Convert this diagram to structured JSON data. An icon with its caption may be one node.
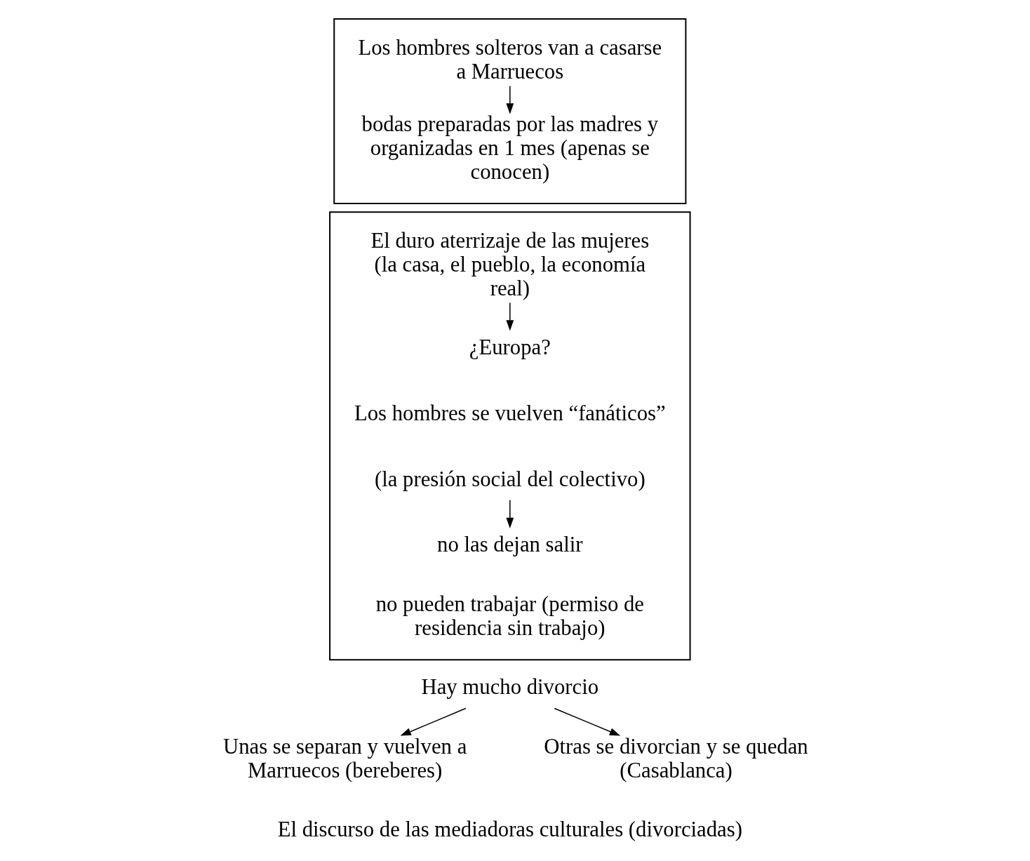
{
  "diagram": {
    "nodes": [
      {
        "text": [],
        "shape": "box"
      },
      {
        "text": [
          "Los hombres solteros van a casarse a Marruecos"
        ],
        "in": 0
      },
      {
        "text": [
          "bodas preparadas por las madres y organizadas en 1 mes (apenas se conocen)"
        ],
        "in": 0
      },
      {
        "text": [],
        "shape": "box"
      },
      {
        "text": [
          "El duro aterrizaje de las mujeres (la casa, el pueblo, la economía real)"
        ],
        "in": 3
      },
      {
        "text": [
          "¿Europa?"
        ],
        "in": 3
      },
      {
        "text": [
          "Los hombres se vuelven “fanáticos”"
        ],
        "in": 3
      },
      {
        "text": [
          "(la presión social del colectivo)"
        ],
        "in": 3
      },
      {
        "text": [
          "no las dejan salir"
        ],
        "in": 3
      },
      {
        "text": [
          "no pueden trabajar (permiso de residencia sin trabajo)"
        ],
        "in": 3
      },
      {
        "text": [
          "Hay mucho divorcio"
        ]
      },
      {
        "text": [
          "Unas se separan y vuelven a Marruecos (bereberes)"
        ]
      },
      {
        "text": [
          "Otras se divorcian y se quedan (Casablanca)"
        ]
      }
    ],
    "edges": [
      {
        "from": 1,
        "to": 2,
        "arrow": "to"
      },
      {
        "from": 4,
        "to": 5,
        "arrow": "to"
      },
      {
        "from": 7,
        "to": 8,
        "arrow": "to"
      },
      {
        "from": 10,
        "to": 11,
        "arrow": "to"
      },
      {
        "from": 10,
        "to": 12,
        "arrow": "to"
      }
    ],
    "labels": [
      "El discurso de las mediadoras culturales (divorciadas)"
    ]
  }
}
